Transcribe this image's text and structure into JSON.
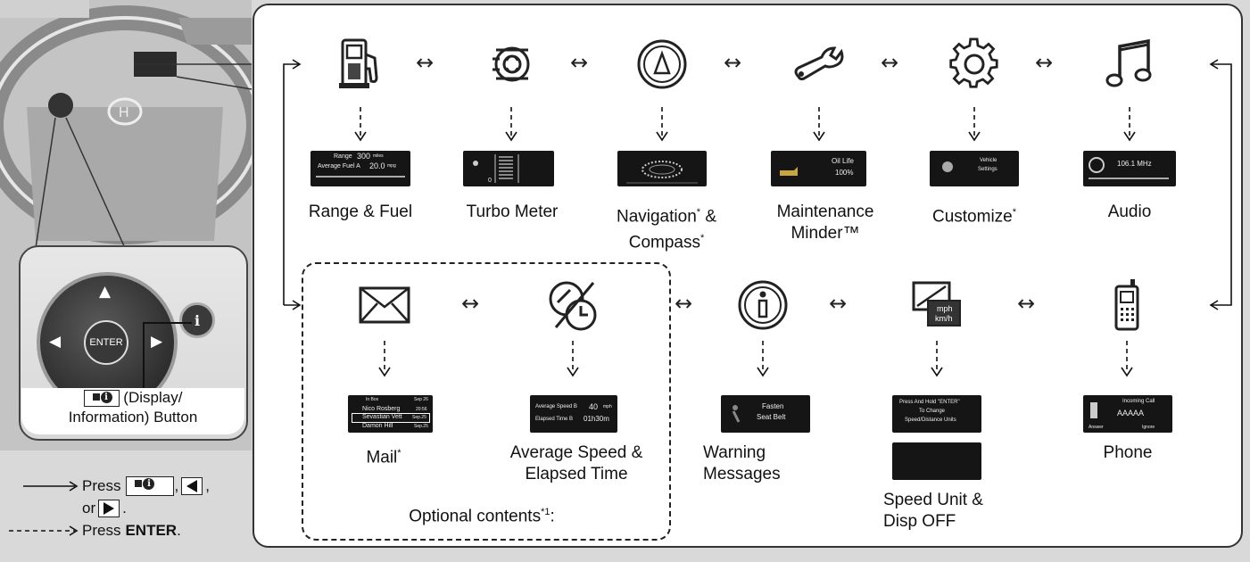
{
  "control": {
    "enter_label": "ENTER",
    "info_glyph": "i",
    "button_caption_prefix": "(Display/",
    "button_caption_rest": "Information) Button"
  },
  "legend": {
    "solid_press": "Press",
    "or_text": "or",
    "dashed_press": "Press",
    "enter_word": "ENTER",
    "period": "."
  },
  "items": {
    "range_fuel": {
      "label": "Range & Fuel",
      "icon": "fuel-pump-icon",
      "screen": {
        "range_label": "Range",
        "range_value": "300",
        "range_unit": "miles",
        "avg_label": "Average Fuel A",
        "avg_value": "20.0",
        "avg_unit": "mpg"
      }
    },
    "turbo": {
      "label": "Turbo Meter",
      "icon": "turbo-icon",
      "screen": {
        "zero": "0"
      }
    },
    "nav": {
      "label1": "Navigation",
      "label_amp": " &",
      "label2": "Compass",
      "icon": "compass-icon"
    },
    "maint": {
      "label1": "Maintenance",
      "label2": "Minder™",
      "icon": "wrench-icon",
      "screen": {
        "oil_label": "Oil Life",
        "oil_value": "100%"
      }
    },
    "customize": {
      "label": "Customize",
      "icon": "gear-icon",
      "screen": {
        "line1": "Vehicle",
        "line2": "Settings"
      }
    },
    "audio": {
      "label": "Audio",
      "icon": "music-note-icon",
      "screen": {
        "freq": "106.1 MHz"
      }
    },
    "mail": {
      "label": "Mail",
      "icon": "envelope-icon",
      "screen": {
        "header_left": "In Box",
        "header_right": "Sep 26",
        "rows": [
          {
            "name": "Nico Rosberg",
            "date": "20:56"
          },
          {
            "name": "Sevastian Vett",
            "date": "Sep.25"
          },
          {
            "name": "Damon Hill",
            "date": "Sep.25"
          }
        ]
      }
    },
    "avgspeed": {
      "label1": "Average Speed &",
      "label2": "Elapsed Time",
      "icon": "speed-timer-icon",
      "screen": {
        "speed_label": "Average Speed B",
        "speed_value": "40",
        "speed_unit": "mph",
        "time_label": "Elapsed Time B",
        "time_value": "01h30m"
      }
    },
    "warning": {
      "label1": "Warning",
      "label2": "Messages",
      "icon": "info-circle-icon",
      "screen": {
        "line1": "Fasten",
        "line2": "Seat Belt"
      }
    },
    "speedunit": {
      "label1": "Speed Unit &",
      "label2": "Disp OFF",
      "icon": "mph-kmh-icon",
      "screen": {
        "line1": "Press And Hold \"ENTER\"",
        "line2": "To Change",
        "line3": "Speed/Distance Units"
      }
    },
    "phone": {
      "label": "Phone",
      "icon": "cellphone-icon",
      "screen": {
        "line1": "Incoming Call",
        "line2": "AAAAA",
        "answer": "Answer",
        "ignore": "Ignore"
      }
    }
  },
  "optional_caption": "Optional contents",
  "optional_sup": "*1",
  "colon": ":",
  "asterisk": "*",
  "bidir_arrow": "↔",
  "down_arrow": "↓",
  "enter_bold": "ENTER"
}
